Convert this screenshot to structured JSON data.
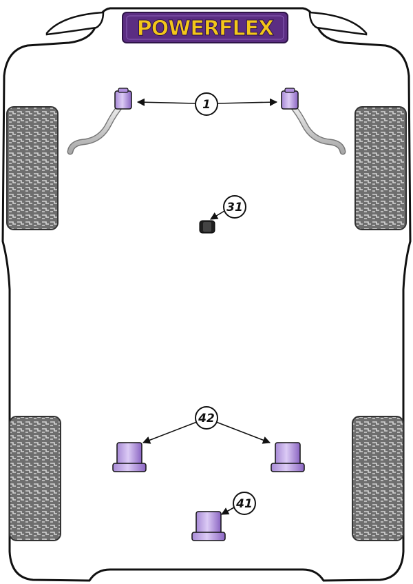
{
  "brand": {
    "logo_text": "POWERFLEX"
  },
  "colors": {
    "outline": "#111111",
    "body_fill": "#ffffff",
    "logo_bg": "#5b2d82",
    "logo_text": "#f3c61a",
    "bush_light": "#d9c8f2",
    "bush_mid": "#b291e0",
    "bush_dark": "#7c56b8",
    "tyre_dark": "#6e6e6e",
    "tyre_light": "#cfcfcf"
  },
  "callouts": [
    {
      "id": "1",
      "label": "1"
    },
    {
      "id": "31",
      "label": "31"
    },
    {
      "id": "42",
      "label": "42"
    },
    {
      "id": "41",
      "label": "41"
    }
  ]
}
